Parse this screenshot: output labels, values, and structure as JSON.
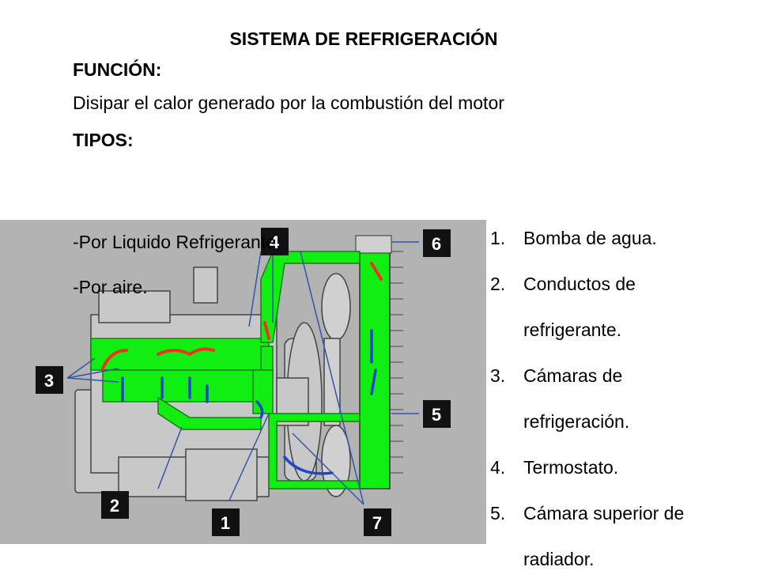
{
  "title": "SISTEMA DE REFRIGERACIÓN",
  "funcion": {
    "heading": "FUNCIÓN:",
    "text": "Disipar el calor generado por la combustión del motor"
  },
  "tipos": {
    "heading": "TIPOS:",
    "items": [
      "-Por Liquido Refrigerante",
      "-Por aire."
    ]
  },
  "legend": [
    {
      "num": "1.",
      "lines": [
        "Bomba de agua."
      ]
    },
    {
      "num": "2.",
      "lines": [
        "Conductos de",
        "refrigerante."
      ]
    },
    {
      "num": "3.",
      "lines": [
        "Cámaras de",
        "refrigeración."
      ]
    },
    {
      "num": "4.",
      "lines": [
        "Termostato."
      ]
    },
    {
      "num": "5.",
      "lines": [
        "Cámara superior de",
        "radiador."
      ]
    }
  ],
  "figure": {
    "callouts": [
      "1",
      "2",
      "3",
      "4",
      "5",
      "6",
      "7"
    ],
    "colors": {
      "coolant": "#11ee11",
      "arrow_hot": "#ee3322",
      "arrow_cold": "#2244cc",
      "engine": "#c8c8c8",
      "background": "#b3b3b3",
      "callout_box": "#111111"
    }
  }
}
